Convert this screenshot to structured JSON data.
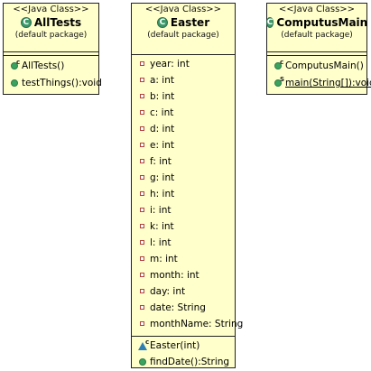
{
  "classes": {
    "alltests": {
      "stereotype": "<<Java Class>>",
      "name": "AllTests",
      "package": "(default package)",
      "operations": [
        "AllTests()",
        "testThings():void"
      ]
    },
    "easter": {
      "stereotype": "<<Java Class>>",
      "name": "Easter",
      "package": "(default package)",
      "fields": [
        "year: int",
        "a: int",
        "b: int",
        "c: int",
        "d: int",
        "e: int",
        "f: int",
        "g: int",
        "h: int",
        "i: int",
        "k: int",
        "l: int",
        "m: int",
        "month: int",
        "day: int",
        "date: String",
        "monthName: String"
      ],
      "operations": [
        "Easter(int)",
        "findDate():String"
      ]
    },
    "computusmain": {
      "stereotype": "<<Java Class>>",
      "name": "ComputusMain",
      "package": "(default package)",
      "operations": [
        "ComputusMain()",
        "main(String[]):void"
      ]
    }
  },
  "icons": {
    "class": "C",
    "constructor_superscript": "c",
    "static_superscript": "S"
  },
  "colors": {
    "class_fill": "#ffffcc",
    "class_icon": "#3c9a6a",
    "field_icon": "#b04040",
    "method_icon": "#3aa35f"
  }
}
